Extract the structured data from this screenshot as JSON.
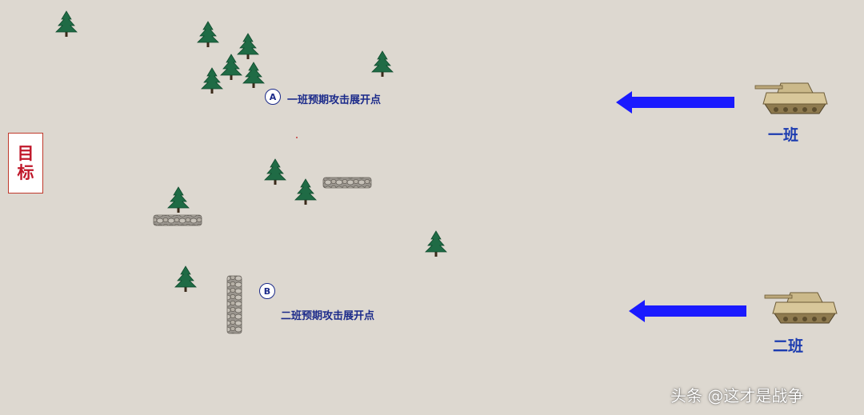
{
  "target": {
    "label": "目标"
  },
  "points": {
    "a": {
      "marker": "A",
      "label": "一班预期攻击展开点"
    },
    "b": {
      "marker": "B",
      "label": "二班预期攻击展开点"
    }
  },
  "squads": {
    "one": {
      "label": "一班"
    },
    "two": {
      "label": "二班"
    }
  },
  "watermark": "头条 @这才是战争",
  "colors": {
    "background": "#ddd8d0",
    "arrow": "#1a1aff",
    "target_text": "#c0182a",
    "label_text": "#1b2a8a",
    "tree": "#1f6b45"
  },
  "icons": [
    "tree-icon",
    "stone-wall-icon",
    "tank-icon",
    "arrow-left-icon"
  ]
}
